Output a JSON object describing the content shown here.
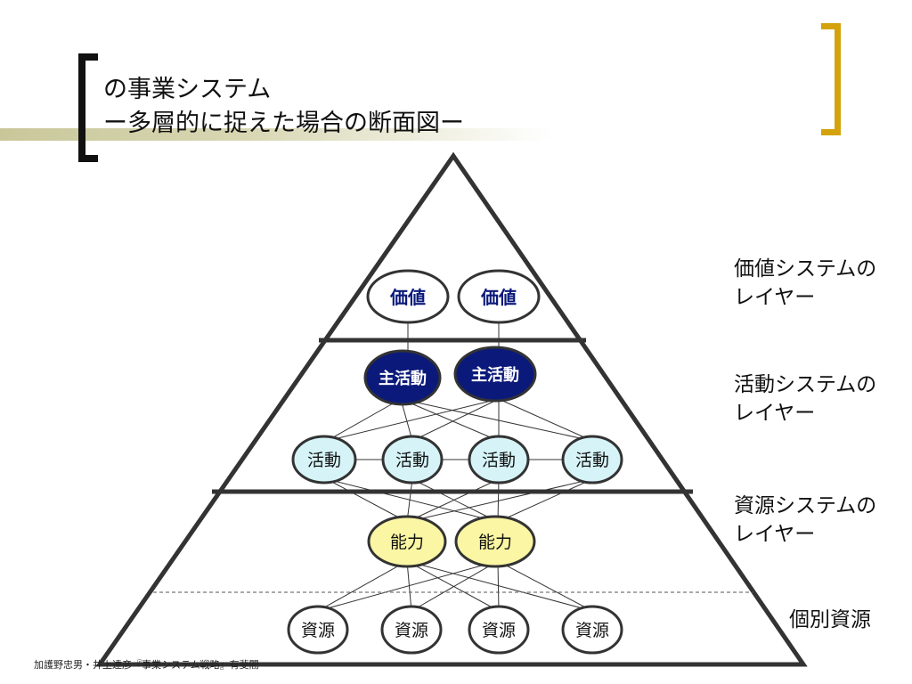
{
  "title": {
    "line1": "の事業システム",
    "line2": "ー多層的に捉えた場合の断面図ー"
  },
  "layer_labels": {
    "value_layer": "価値システムの\nレイヤー",
    "activity_layer": "活動システムの\nレイヤー",
    "resource_layer": "資源システムの\nレイヤー",
    "individual_resources": "個別資源"
  },
  "nodes": {
    "value": [
      "価値",
      "価値"
    ],
    "main_activity": [
      "主活動",
      "主活動"
    ],
    "activity": [
      "活動",
      "活動",
      "活動",
      "活動"
    ],
    "capability": [
      "能力",
      "能力"
    ],
    "resource": [
      "資源",
      "資源",
      "資源",
      "資源"
    ]
  },
  "footnote": "加護野忠男・井上達彦『事業システム戦略』有斐閣",
  "colors": {
    "value_fill": "#ffffff",
    "main_activity_fill": "#0b1a7a",
    "activity_fill": "#d6f4f8",
    "capability_fill": "#fbf6a3",
    "resource_fill": "#ffffff",
    "value_text": "#0b1a7a",
    "accent_bracket": "#d4a20c"
  }
}
